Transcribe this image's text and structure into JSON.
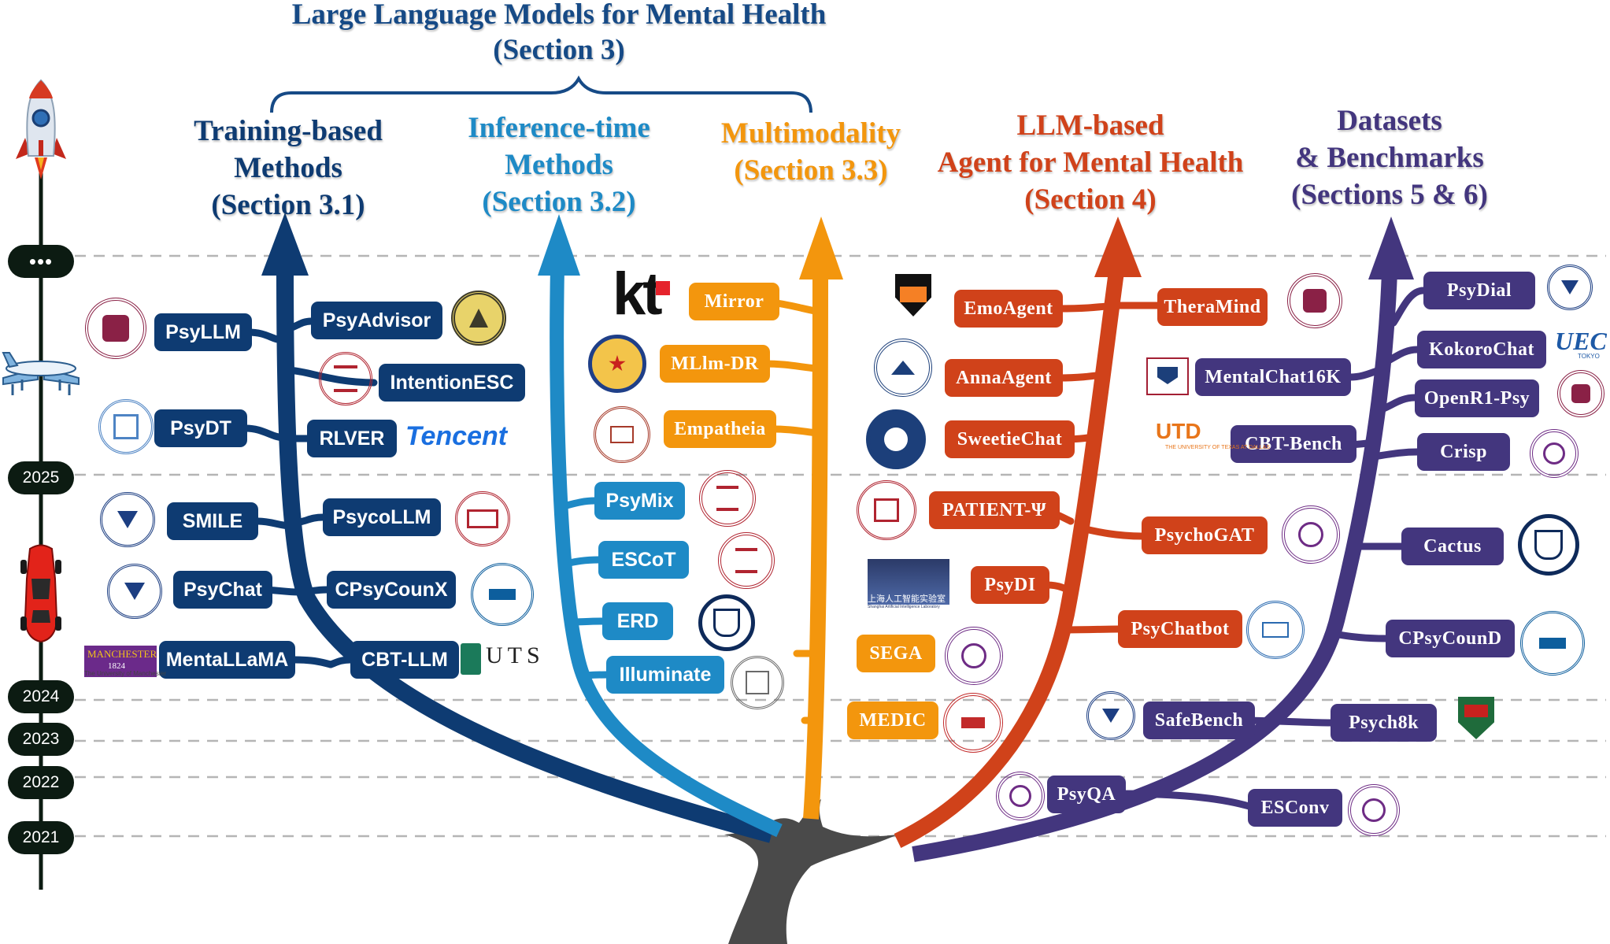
{
  "header": {
    "title_line1": "Large Language Models for Mental Health",
    "title_line2": "(Section 3)"
  },
  "colors": {
    "training": "#0e3b72",
    "inference": "#1e8ac6",
    "multimodality": "#f3960d",
    "agent": "#d0421a",
    "datasets": "#43367e",
    "trunk": "#4a4a4a"
  },
  "branches": {
    "training": {
      "line1": "Training-based",
      "line2": "Methods",
      "line3": "(Section 3.1)"
    },
    "inference": {
      "line1": "Inference-time",
      "line2": "Methods",
      "line3": "(Section 3.2)"
    },
    "multimodality": {
      "line1": "Multimodality",
      "line2": "(Section 3.3)"
    },
    "agent": {
      "line1": "LLM-based",
      "line2": "Agent for Mental Health",
      "line3": "(Section 4)"
    },
    "datasets": {
      "line1": "Datasets",
      "line2": "& Benchmarks",
      "line3": "(Sections 5 & 6)"
    }
  },
  "timeline": {
    "ellipsis": "•••",
    "years": [
      "2025",
      "2024",
      "2023",
      "2022",
      "2021"
    ],
    "icons": [
      "rocket-icon",
      "airplane-icon",
      "car-icon"
    ]
  },
  "models": {
    "training": [
      "PsyLLM",
      "PsyAdvisor",
      "IntentionESC",
      "PsyDT",
      "RLVER",
      "SMILE",
      "PsycoLLM",
      "PsyChat",
      "CPsyCounX",
      "MentaLLaMA",
      "CBT-LLM"
    ],
    "inference": [
      "PsyMix",
      "ESCoT",
      "ERD",
      "Illuminate"
    ],
    "multimodality": [
      "Mirror",
      "MLlm-DR",
      "Empatheia",
      "SEGA",
      "MEDIC"
    ],
    "agent": [
      "EmoAgent",
      "TheraMind",
      "AnnaAgent",
      "SweetieChat",
      "PATIENT-Ψ",
      "PsychoGAT",
      "PsyDI",
      "PsyChatbot"
    ],
    "datasets": [
      "PsyDial",
      "KokoroChat",
      "MentalChat16K",
      "OpenR1-Psy",
      "CBT-Bench",
      "Crisp",
      "Cactus",
      "CPsyCounD",
      "SafeBench",
      "Psych8k",
      "PsyQA",
      "ESConv"
    ]
  },
  "logos": {
    "tencent": "Tencent",
    "kt": "kt",
    "uts": "UTS",
    "manchester": "MANCHESTER",
    "manchester_year": "1824",
    "manchester_sub": "The University of Manchester",
    "utd": "UTD",
    "utd_sub": "THE UNIVERSITY OF TEXAS AT DALLAS",
    "uec": "UEC",
    "uec_sub": "TOKYO",
    "shanghai_ai_lab": "上海人工智能实验室",
    "shanghai_ai_lab_en": "Shanghai Artificial Intelligence Laboratory"
  }
}
